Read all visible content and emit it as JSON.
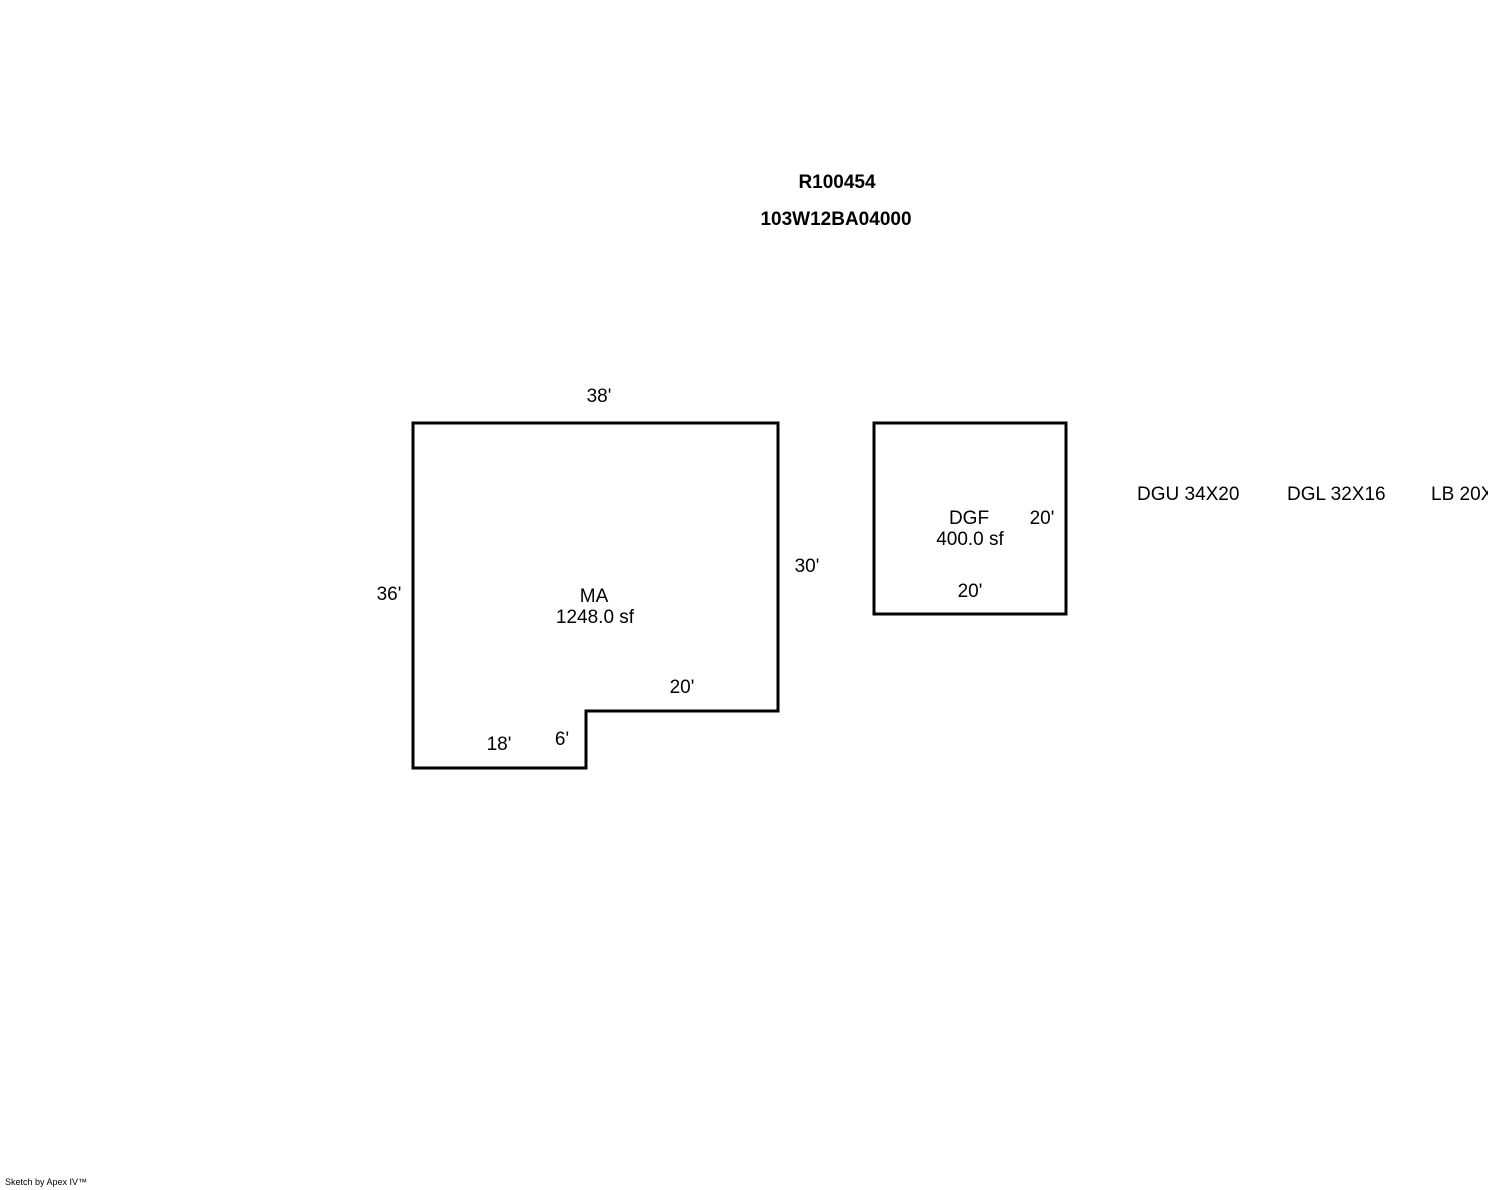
{
  "header": {
    "parcel_id": "R100454",
    "map_tax_lot": "103W12BA04000"
  },
  "areas": {
    "ma": {
      "code": "MA",
      "area": "1248.0 sf",
      "dimensions": {
        "top": "38'",
        "left": "36'",
        "right": "30'",
        "step_top": "20'",
        "step_side": "6'",
        "bottom": "18'"
      }
    },
    "dgf": {
      "code": "DGF",
      "area": "400.0 sf",
      "dimensions": {
        "right": "20'",
        "bottom": "20'"
      }
    }
  },
  "notes": [
    "DGU 34X20",
    "DGL 32X16",
    "LB 20X"
  ],
  "footer": "Sketch by Apex IV™"
}
